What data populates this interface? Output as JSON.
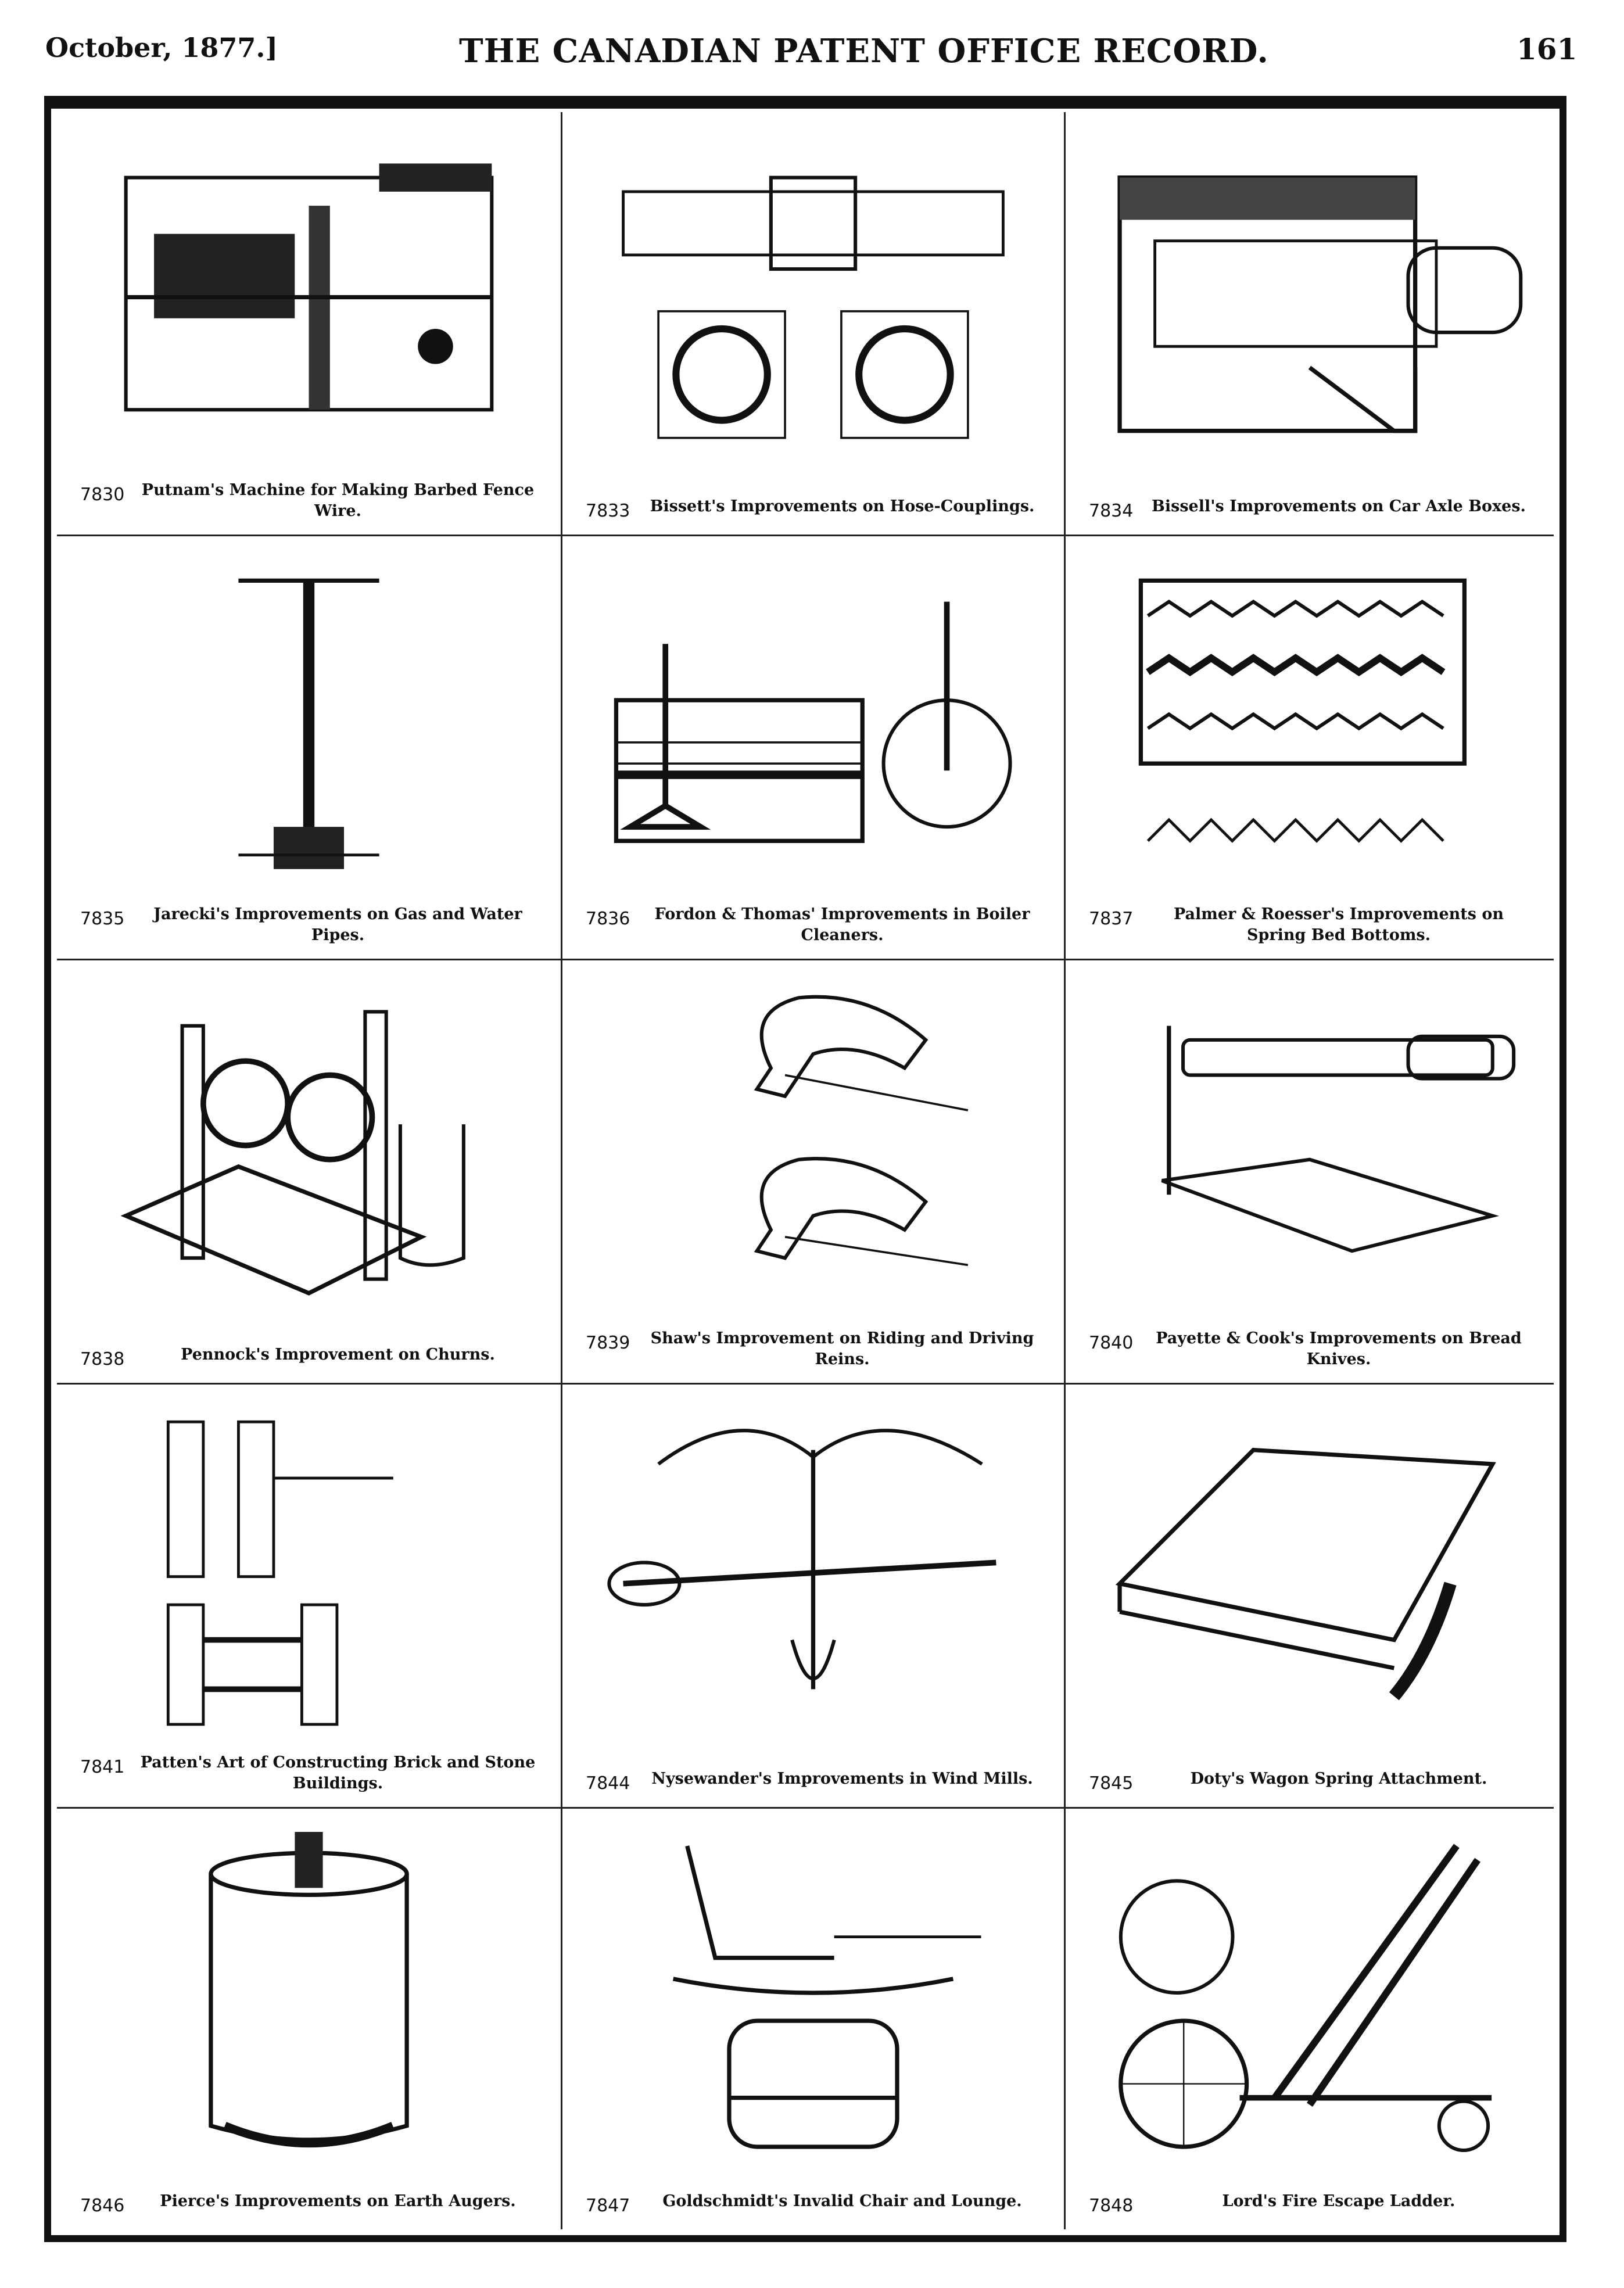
{
  "header": {
    "date": "October, 1877.]",
    "title": "THE CANADIAN PATENT OFFICE RECORD.",
    "page": "161"
  },
  "patents": [
    {
      "number": "7830",
      "title": "Putnam's Machine for Making Barbed Fence Wire.",
      "drawing": "machine"
    },
    {
      "number": "7833",
      "title": "Bissett's Improvements on Hose-Couplings.",
      "drawing": "coupling"
    },
    {
      "number": "7834",
      "title": "Bissell's Improvements on Car Axle Boxes.",
      "drawing": "axle"
    },
    {
      "number": "7835",
      "title": "Jarecki's Improvements on Gas and Water Pipes.",
      "drawing": "pipe"
    },
    {
      "number": "7836",
      "title": "Fordon & Thomas' Improvements in Boiler Cleaners.",
      "drawing": "boiler"
    },
    {
      "number": "7837",
      "title": "Palmer & Roesser's Improvements on Spring Bed Bottoms.",
      "drawing": "spring"
    },
    {
      "number": "7838",
      "title": "Pennock's Improvement on Churns.",
      "drawing": "churn"
    },
    {
      "number": "7839",
      "title": "Shaw's Improvement on Riding and Driving Reins.",
      "drawing": "horse"
    },
    {
      "number": "7840",
      "title": "Payette & Cook's Improvements on Bread Knives.",
      "drawing": "knife"
    },
    {
      "number": "7841",
      "title": "Patten's Art of Constructing Brick and Stone Buildings.",
      "drawing": "brick"
    },
    {
      "number": "7844",
      "title": "Nysewander's Improvements in Wind Mills.",
      "drawing": "windmill"
    },
    {
      "number": "7845",
      "title": "Doty's Wagon Spring Attachment.",
      "drawing": "wagon"
    },
    {
      "number": "7846",
      "title": "Pierce's Improvements on Earth Augers.",
      "drawing": "auger"
    },
    {
      "number": "7847",
      "title": "Goldschmidt's Invalid Chair and Lounge.",
      "drawing": "chair"
    },
    {
      "number": "7848",
      "title": "Lord's Fire Escape Ladder.",
      "drawing": "ladder"
    }
  ]
}
